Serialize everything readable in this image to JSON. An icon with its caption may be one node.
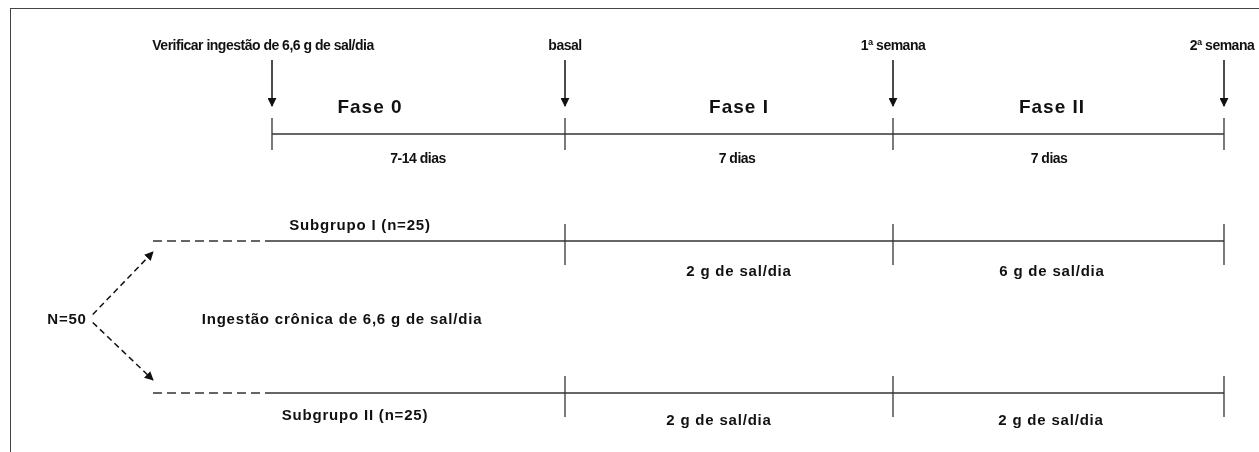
{
  "diagram": {
    "nodes": [
      {
        "text": [
          "Verificar ingestão de 6,6 g de sal/dia"
        ]
      },
      {
        "text": [
          "basal"
        ]
      },
      {
        "text": [
          "1ª semana"
        ]
      },
      {
        "text": [
          "2ª semana"
        ]
      },
      {
        "text": [
          "N=50"
        ]
      },
      {
        "text": [
          "Subgrupo I (n=25)"
        ]
      },
      {
        "text": [
          "Subgrupo II (n=25)"
        ]
      }
    ],
    "edges": [
      {
        "from": 0,
        "to": null,
        "arrow": "to"
      },
      {
        "from": 1,
        "to": null,
        "arrow": "to"
      },
      {
        "from": 2,
        "to": null,
        "arrow": "to"
      },
      {
        "from": 3,
        "to": null,
        "arrow": "to"
      },
      {
        "from": 4,
        "to": 5,
        "arrow": "to",
        "style": "dashed"
      },
      {
        "from": 4,
        "to": 6,
        "arrow": "to",
        "style": "dashed"
      }
    ],
    "labels": [
      "Fase 0",
      "Fase I",
      "Fase II",
      "7-14 dias",
      "7 dias",
      "7 dias",
      "Ingestão crônica de 6,6 g de sal/dia",
      "2 g de sal/dia",
      "6 g de sal/dia",
      "2 g de sal/dia",
      "2 g de sal/dia"
    ]
  }
}
